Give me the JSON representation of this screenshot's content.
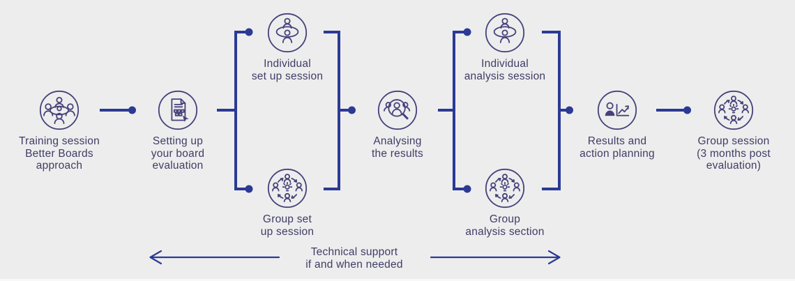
{
  "colors": {
    "background": "#ededed",
    "line_blue": "#2b3a94",
    "text_navy": "#3f3c66",
    "icon_stroke": "#45427a"
  },
  "flow": {
    "nodes": [
      {
        "id": "training",
        "icon": "group-meeting-icon",
        "lines": [
          "Training session",
          "Better Boards",
          "approach"
        ]
      },
      {
        "id": "setup",
        "icon": "document-cursor-icon",
        "lines": [
          "Setting up",
          "your board",
          "evaluation"
        ]
      },
      {
        "id": "individual-setup",
        "icon": "one-on-one-meeting-icon",
        "lines": [
          "Individual",
          "set up session"
        ]
      },
      {
        "id": "group-setup",
        "icon": "group-collaboration-icon",
        "lines": [
          "Group set",
          "up session"
        ]
      },
      {
        "id": "analysing",
        "icon": "people-magnifier-icon",
        "lines": [
          "Analysing",
          "the results"
        ]
      },
      {
        "id": "individual-analysis",
        "icon": "one-on-one-meeting-icon",
        "lines": [
          "Individual",
          "analysis session"
        ]
      },
      {
        "id": "group-analysis",
        "icon": "group-collaboration-icon",
        "lines": [
          "Group",
          "analysis section"
        ]
      },
      {
        "id": "results",
        "icon": "person-chart-icon",
        "lines": [
          "Results and",
          "action planning"
        ]
      },
      {
        "id": "group-session",
        "icon": "group-collaboration-icon",
        "lines": [
          "Group session",
          "(3 months post",
          "evaluation)"
        ]
      }
    ],
    "support_note": {
      "lines": [
        "Technical support",
        "if and when needed"
      ]
    }
  }
}
